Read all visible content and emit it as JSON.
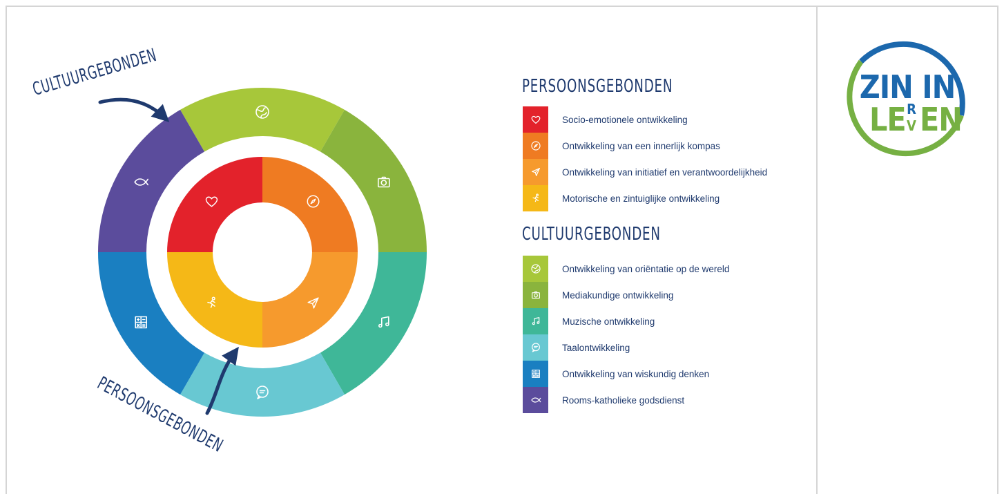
{
  "callouts": {
    "top": "CULTUURGEBONDEN",
    "bottom": "PERSOONSGEBONDEN"
  },
  "legend": {
    "persoons": {
      "title": "PERSOONSGEBONDEN",
      "items": [
        {
          "label": "Socio-emotionele ontwikkeling",
          "color": "#e3222b",
          "icon": "heart-icon"
        },
        {
          "label": "Ontwikkeling van een innerlijk kompas",
          "color": "#ef7b22",
          "icon": "compass-icon"
        },
        {
          "label": "Ontwikkeling van initiatief en verantwoordelijkheid",
          "color": "#f69a2d",
          "icon": "paper-plane-icon"
        },
        {
          "label": "Motorische en zintuiglijke ontwikkeling",
          "color": "#f5b817",
          "icon": "runner-icon"
        }
      ]
    },
    "cultuur": {
      "title": "CULTUURGEBONDEN",
      "items": [
        {
          "label": "Ontwikkeling van oriëntatie op de wereld",
          "color": "#a7c73a",
          "icon": "globe-icon"
        },
        {
          "label": "Mediakundige ontwikkeling",
          "color": "#8ab43d",
          "icon": "camera-icon"
        },
        {
          "label": "Muzische ontwikkeling",
          "color": "#3fb798",
          "icon": "music-note-icon"
        },
        {
          "label": "Taalontwikkeling",
          "color": "#68c8d2",
          "icon": "speech-bubble-icon"
        },
        {
          "label": "Ontwikkeling van wiskundig denken",
          "color": "#1a7fc1",
          "icon": "calculator-icon"
        },
        {
          "label": "Rooms-katholieke godsdienst",
          "color": "#5b4c9c",
          "icon": "fish-icon"
        }
      ]
    }
  },
  "logo": {
    "line1": "ZIN IN",
    "line2_left": "LE",
    "line2_small_top": "R",
    "line2_small_bottom": "V",
    "line2_right": "EN",
    "colors": {
      "blue": "#1c68ad",
      "green": "#76b043"
    }
  }
}
